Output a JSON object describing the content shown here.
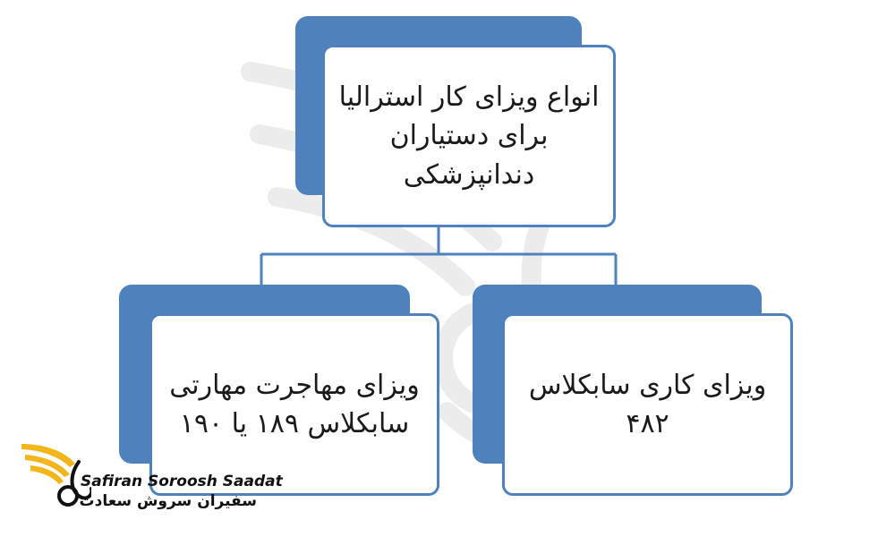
{
  "diagram": {
    "root": {
      "lines": [
        "انواع ویزای کار استرالیا",
        "برای دستیاران",
        "دندانپزشکی"
      ]
    },
    "children": [
      {
        "id": "skilled",
        "lines": [
          "ویزای مهاجرت مهارتی",
          "سابکلاس ۱۸۹ یا ۱۹۰"
        ]
      },
      {
        "id": "work",
        "lines": [
          "ویزای کاری سابکلاس",
          "۴۸۲"
        ]
      }
    ]
  },
  "logo": {
    "latin": "Safiran Soroosh Saadat",
    "farsi": "سفیران سروش سعادت"
  },
  "colors": {
    "accent": "#4f81bd",
    "box_fill": "#ffffff",
    "text": "#1a1a1a",
    "logo_gold": "#f2b51a"
  }
}
